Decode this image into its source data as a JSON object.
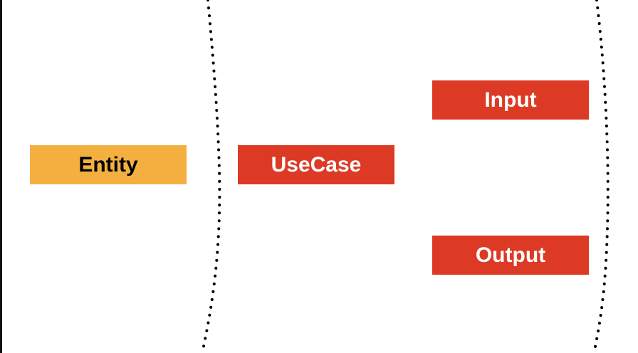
{
  "nodes": {
    "entity": {
      "label": "Entity",
      "fill": "#F3B040",
      "text_color": "#000000"
    },
    "usecase": {
      "label": "UseCase",
      "fill": "#DC3A25",
      "text_color": "#FFFFFF"
    },
    "input": {
      "label": "Input",
      "fill": "#DC3A25",
      "text_color": "#FFFFFF"
    },
    "output": {
      "label": "Output",
      "fill": "#DC3A25",
      "text_color": "#FFFFFF"
    }
  },
  "boundary_style": {
    "dot_color": "#000000"
  }
}
